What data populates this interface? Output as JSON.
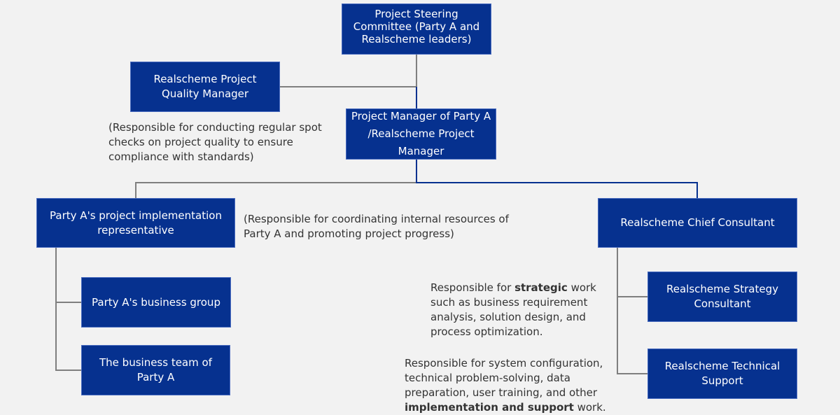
{
  "nodes": {
    "steering": "Project Steering Committee (Party A and Realscheme leaders)",
    "quality_manager": "Realscheme Project Quality Manager",
    "project_manager": "Project Manager of Party A /Realscheme Project Manager",
    "party_a_rep": "Party A's project implementation representative",
    "chief_consultant": "Realscheme Chief Consultant",
    "business_group": "Party A's business group",
    "business_team": "The business team of Party A",
    "strategy_consultant": "Realscheme Strategy Consultant",
    "technical_support": "Realscheme Technical Support"
  },
  "notes": {
    "quality": "(Responsible for conducting regular spot checks on project quality to ensure compliance with standards)",
    "coordinating": "(Responsible for coordinating internal resources of Party A and promoting project progress)",
    "strategic_pre": "Responsible for ",
    "strategic_bold": "strategic",
    "strategic_post": " work such as business requirement analysis, solution design, and process optimization.",
    "support_pre": "Responsible for system configuration, technical problem-solving, data preparation, user training, and other ",
    "support_bold": "implementation and support",
    "support_post": " work."
  },
  "colors": {
    "box": "#06318f",
    "line_gray": "#7f7f7f",
    "line_navy": "#06318f"
  }
}
